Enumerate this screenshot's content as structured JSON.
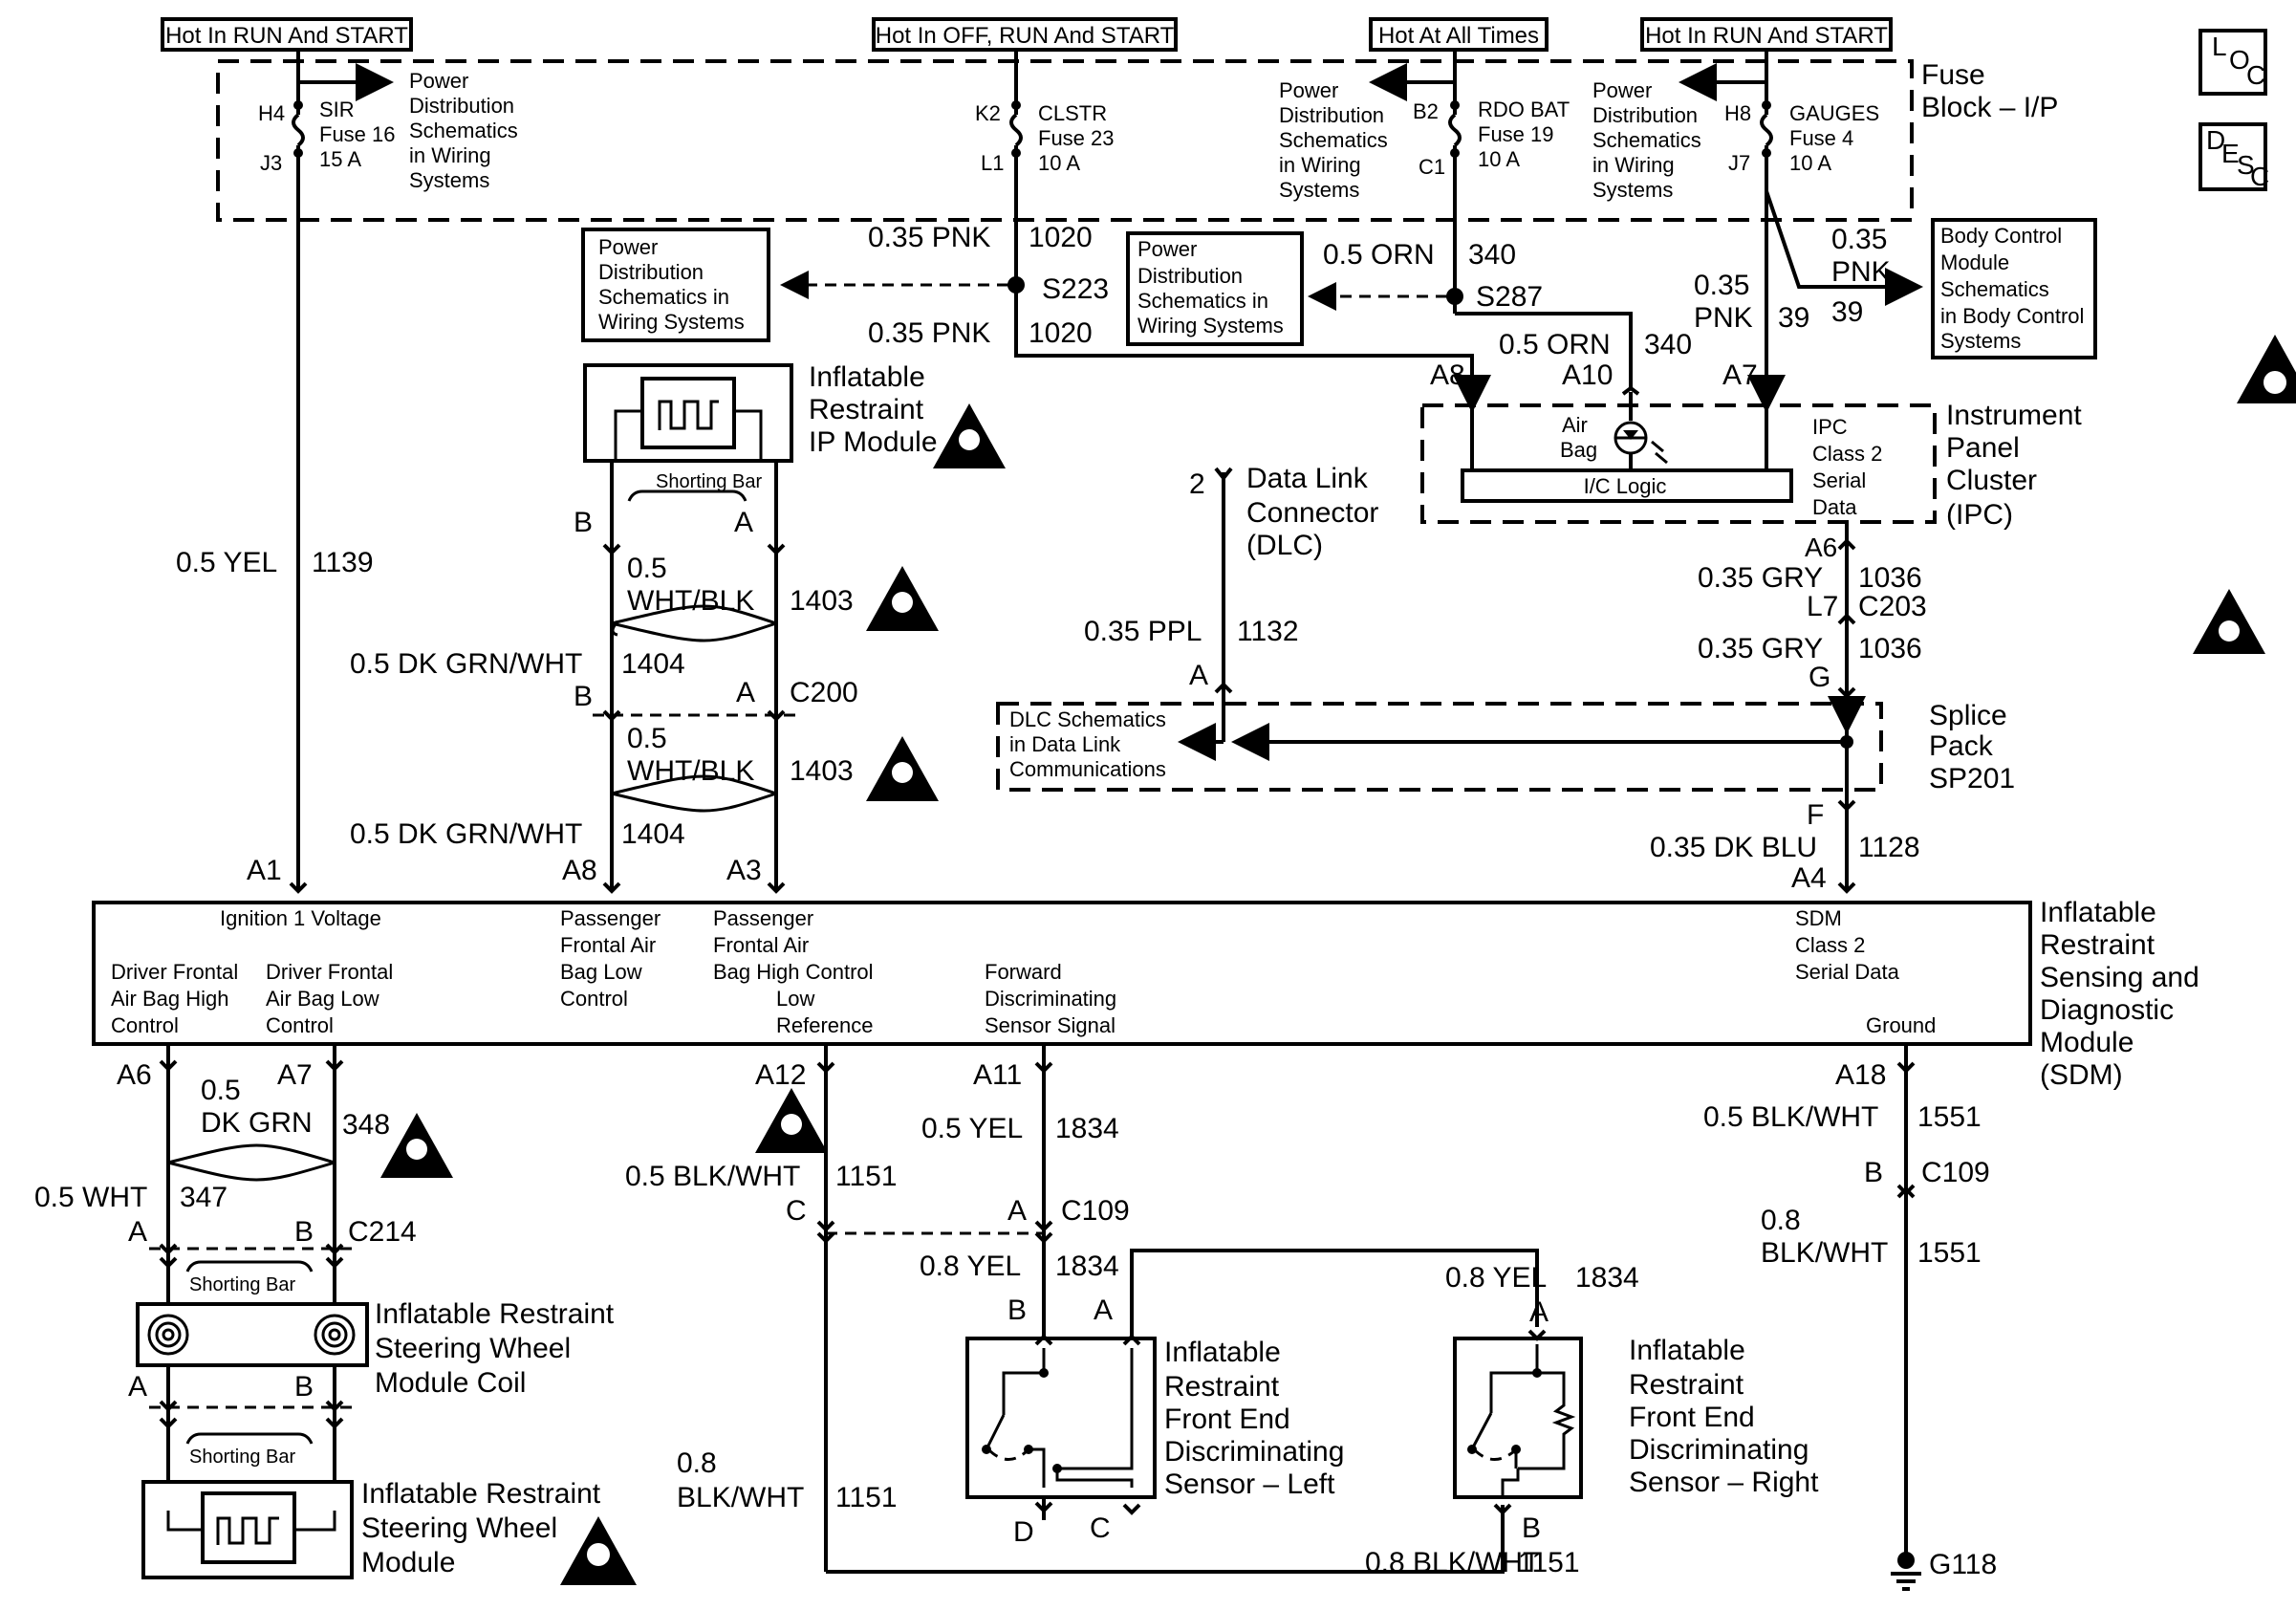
{
  "headers": [
    {
      "id": "sir",
      "text": "Hot In RUN And START"
    },
    {
      "id": "clstr",
      "text": "Hot In OFF, RUN And START"
    },
    {
      "id": "rdo",
      "text": "Hot At All Times"
    },
    {
      "id": "gauges",
      "text": "Hot In RUN And START"
    }
  ],
  "icons": {
    "loc": [
      "L",
      "O",
      "C"
    ],
    "desc": [
      "D",
      "E",
      "S",
      "C"
    ]
  },
  "fuse_block": {
    "title": [
      "Fuse",
      "Block – I/P"
    ]
  },
  "fuses": {
    "sir": {
      "top": "H4",
      "bottom": "J3",
      "name": [
        "SIR",
        "Fuse 16",
        "15 A"
      ],
      "ref": [
        "Power",
        "Distribution",
        "Schematics",
        "in Wiring",
        "Systems"
      ]
    },
    "clstr": {
      "top": "K2",
      "bottom": "L1",
      "name": [
        "CLSTR",
        "Fuse 23",
        "10 A"
      ]
    },
    "rdo": {
      "top": "B2",
      "bottom": "C1",
      "name": [
        "RDO BAT",
        "Fuse 19",
        "10 A"
      ],
      "ref": [
        "Power",
        "Distribution",
        "Schematics",
        "in Wiring",
        "Systems"
      ]
    },
    "gauges": {
      "top": "H8",
      "bottom": "J7",
      "name": [
        "GAUGES",
        "Fuse 4",
        "10 A"
      ],
      "ref": [
        "Power",
        "Distribution",
        "Schematics",
        "in Wiring",
        "Systems"
      ]
    }
  },
  "refboxes": {
    "pd1": [
      "Power",
      "Distribution",
      "Schematics in",
      "Wiring Systems"
    ],
    "pd2": [
      "Power",
      "Distribution",
      "Schematics in",
      "Wiring Systems"
    ],
    "bcm": [
      "Body Control",
      "Module",
      "Schematics",
      "in Body Control",
      "Systems"
    ],
    "dlc": [
      "DLC Schematics",
      "in Data Link",
      "Communications"
    ]
  },
  "wires": {
    "pnk1020_top": {
      "color": "0.35 PNK",
      "circuit": "1020"
    },
    "pnk1020_bot": {
      "color": "0.35 PNK",
      "circuit": "1020"
    },
    "orn340_top": {
      "color": "0.5 ORN",
      "circuit": "340"
    },
    "orn340_bot": {
      "color": "0.5 ORN",
      "circuit": "340"
    },
    "pnk39_a": {
      "color": [
        "0.35",
        "PNK"
      ],
      "circuit": "39"
    },
    "pnk39_b": {
      "color": [
        "0.35",
        "PNK"
      ],
      "circuit": "39"
    },
    "yel1139": {
      "color": "0.5 YEL",
      "circuit": "1139"
    },
    "wb1403_a": {
      "color": [
        "0.5",
        "WHT/BLK"
      ],
      "circuit": "1403"
    },
    "dg1404_a": {
      "color": "0.5 DK GRN/WHT",
      "circuit": "1404"
    },
    "wb1403_b": {
      "color": [
        "0.5",
        "WHT/BLK"
      ],
      "circuit": "1403"
    },
    "dg1404_b": {
      "color": "0.5 DK GRN/WHT",
      "circuit": "1404"
    },
    "ppl1132": {
      "color": "0.35 PPL",
      "circuit": "1132"
    },
    "gry1036_a": {
      "color": "0.35 GRY",
      "circuit": "1036"
    },
    "gry1036_b": {
      "color": "0.35 GRY",
      "circuit": "1036"
    },
    "dkblu1128": {
      "color": "0.35 DK BLU",
      "circuit": "1128"
    },
    "dkgrn348": {
      "color": [
        "0.5",
        "DK GRN"
      ],
      "circuit": "348"
    },
    "wht347": {
      "color": "0.5 WHT",
      "circuit": "347"
    },
    "bw1151_a": {
      "color": "0.5 BLK/WHT",
      "circuit": "1151"
    },
    "yel1834_a": {
      "color": "0.5 YEL",
      "circuit": "1834"
    },
    "yel1834_b": {
      "color": "0.8 YEL",
      "circuit": "1834"
    },
    "yel1834_c": {
      "color": "0.8 YEL",
      "circuit": "1834"
    },
    "bw1151_b": {
      "color": [
        "0.8",
        "BLK/WHT"
      ],
      "circuit": "1151"
    },
    "bw1151_c": {
      "color": "0.8 BLK/WHT",
      "circuit": "1151"
    },
    "bw1551_a": {
      "color": "0.5 BLK/WHT",
      "circuit": "1551"
    },
    "bw1551_b": {
      "color": [
        "0.8",
        "BLK/WHT"
      ],
      "circuit": "1551"
    }
  },
  "splices": {
    "s223": "S223",
    "s287": "S287"
  },
  "ipc": {
    "pins": {
      "a8": "A8",
      "a10": "A10",
      "a7": "A7",
      "a6": "A6"
    },
    "airbag": [
      "Air",
      "Bag"
    ],
    "logic": "I/C Logic",
    "serial": [
      "IPC",
      "Class 2",
      "Serial",
      "Data"
    ],
    "title": [
      "Instrument",
      "Panel",
      "Cluster",
      "(IPC)"
    ]
  },
  "ip_module": {
    "title": [
      "Inflatable",
      "Restraint",
      "IP Module"
    ],
    "shorting": "Shorting Bar",
    "pins": {
      "b": "B",
      "a": "A"
    }
  },
  "c200": {
    "b": "B",
    "a": "A",
    "name": "C200"
  },
  "dlc": {
    "pin": "2",
    "title": [
      "Data Link",
      "Connector",
      "(DLC)"
    ],
    "a": "A"
  },
  "c203": {
    "l7": "L7",
    "name": "C203",
    "g": "G"
  },
  "splice_pack": {
    "title": [
      "Splice",
      "Pack",
      "SP201"
    ],
    "f": "F",
    "a4": "A4"
  },
  "sdm": {
    "pins_top": {
      "a1": "A1",
      "a8": "A8",
      "a3": "A3"
    },
    "labels": {
      "ign": "Ignition 1 Voltage",
      "pass_low": [
        "Passenger",
        "Frontal Air",
        "Bag Low",
        "Control"
      ],
      "pass_high": [
        "Passenger",
        "Frontal Air",
        "Bag High Control"
      ],
      "low_ref": [
        "Low",
        "Reference"
      ],
      "drv_high": [
        "Driver Frontal",
        "Air Bag High",
        "Control"
      ],
      "drv_low": [
        "Driver Frontal",
        "Air Bag Low",
        "Control"
      ],
      "fwd": [
        "Forward",
        "Discriminating",
        "Sensor Signal"
      ],
      "serial": [
        "SDM",
        "Class 2",
        "Serial Data"
      ],
      "ground": "Ground"
    },
    "title": [
      "Inflatable",
      "Restraint",
      "Sensing and",
      "Diagnostic",
      "Module",
      "(SDM)"
    ],
    "pins_bottom": {
      "a6": "A6",
      "a7": "A7",
      "a12": "A12",
      "a11": "A11",
      "a18": "A18"
    }
  },
  "c214": {
    "a": "A",
    "b": "B",
    "name": "C214"
  },
  "coil": {
    "title": [
      "Inflatable Restraint",
      "Steering Wheel",
      "Module Coil"
    ],
    "shorting": "Shorting Bar",
    "a": "A",
    "b": "B"
  },
  "sw_module": {
    "title": [
      "Inflatable Restraint",
      "Steering Wheel",
      "Module"
    ],
    "shorting": "Shorting Bar"
  },
  "c109": {
    "c": "C",
    "a": "A",
    "name": "C109",
    "b": "B",
    "name2": "C109"
  },
  "sensor_left": {
    "title": [
      "Inflatable",
      "Restraint",
      "Front End",
      "Discriminating",
      "Sensor – Left"
    ],
    "b": "B",
    "a": "A",
    "d": "D",
    "c": "C"
  },
  "sensor_right": {
    "title": [
      "Inflatable",
      "Restraint",
      "Front End",
      "Discriminating",
      "Sensor – Right"
    ],
    "a": "A",
    "b": "B"
  },
  "ground": "G118"
}
